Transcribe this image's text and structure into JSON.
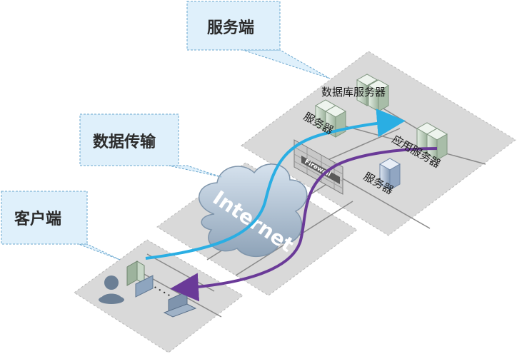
{
  "callouts": {
    "server": "服务端",
    "transfer": "数据传输",
    "client": "客户端"
  },
  "labels": {
    "db_server": "数据库服务器",
    "server_left": "服务器",
    "app_server": "应用服务器",
    "server_right": "服务器",
    "cloud": "Internet",
    "firewall": "Firewall",
    "dots": "• • • •"
  },
  "colors": {
    "request_arrow": "#2aaee3",
    "response_arrow": "#6a3a98",
    "callout_fill": "#dff0fb",
    "platform_fill": "#d9d9d9"
  }
}
